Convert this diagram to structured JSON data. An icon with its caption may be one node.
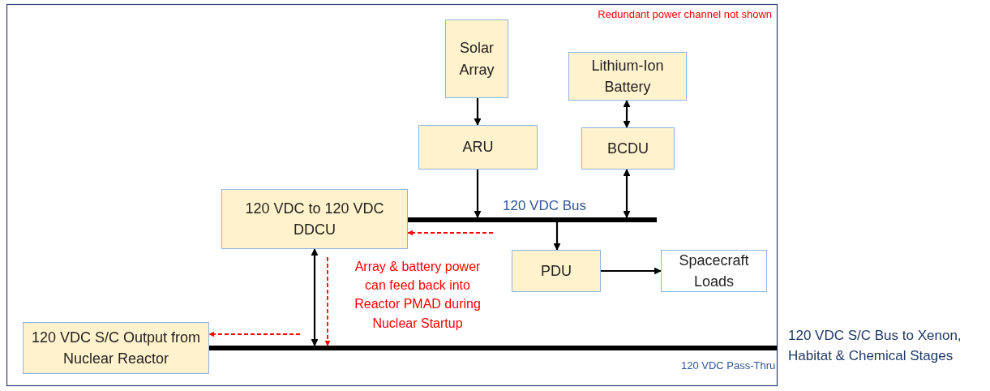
{
  "diagram": {
    "nodes": [
      {
        "text": [
          "Solar Array"
        ]
      },
      {
        "text": [
          "Lithium-Ion Battery"
        ]
      },
      {
        "text": [
          "ARU"
        ]
      },
      {
        "text": [
          "BCDU"
        ]
      },
      {
        "text": [
          "120 VDC to 120 VDC DDCU"
        ]
      },
      {
        "text": [],
        "shape": "bar",
        "beside": [
          "120 VDC Bus"
        ]
      },
      {
        "text": [
          "PDU"
        ]
      },
      {
        "text": [
          "Spacecraft Loads"
        ]
      },
      {
        "text": [
          "120 VDC S/C Output from Nuclear Reactor"
        ]
      },
      {
        "text": [],
        "shape": "bar",
        "beside": [
          "120 VDC Pass-Thru"
        ]
      }
    ],
    "edges": [
      {
        "from": 0,
        "to": 2,
        "arrow": "to"
      },
      {
        "from": 3,
        "to": 1,
        "arrow": "both"
      },
      {
        "from": 2,
        "to": 5,
        "arrow": "to"
      },
      {
        "from": 3,
        "to": 5,
        "arrow": "both"
      },
      {
        "from": 5,
        "to": 6,
        "arrow": "to"
      },
      {
        "from": 6,
        "to": 7,
        "arrow": "to"
      },
      {
        "from": 4,
        "to": 9,
        "arrow": "both"
      },
      {
        "from": 5,
        "to": 4,
        "arrow": "to",
        "style": "dashed",
        "color": "#ff0000"
      },
      {
        "from": 4,
        "to": 9,
        "arrow": "to",
        "style": "dashed",
        "color": "#ff0000"
      },
      {
        "from": 9,
        "to": 8,
        "arrow": "to",
        "style": "dashed",
        "color": "#ff0000"
      }
    ],
    "labels": [
      "Redundant power channel not shown",
      "Array & battery power can feed back into Reactor PMAD during Nuclear Startup",
      "120 VDC S/C Bus to Xenon, Habitat & Chemical Stages"
    ]
  }
}
